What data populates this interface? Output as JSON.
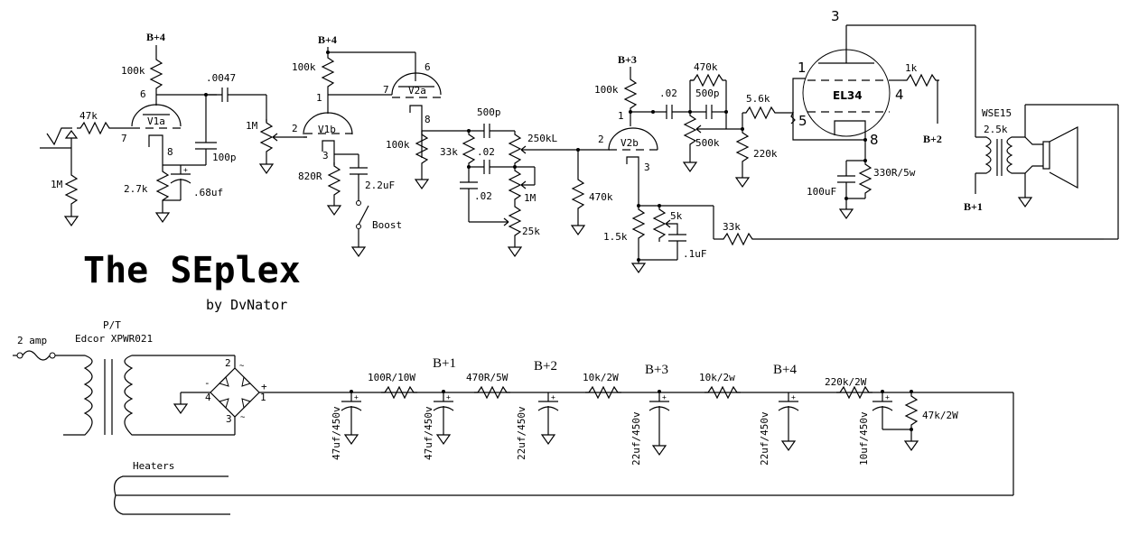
{
  "title": {
    "main": "The SEplex",
    "byline": "by DvNator"
  },
  "colors": {
    "ink": "#000000",
    "background": "#ffffff"
  },
  "stage1": {
    "rail": "B+4",
    "plate_resistor": "100k",
    "grid_stopper": "47k",
    "grid_leak": "1M",
    "tube": "V1a",
    "pin_plate": "6",
    "pin_grid": "7",
    "pin_cathode": "8",
    "coupling_cap": ".0047",
    "bright_cap": "100p",
    "cathode_resistor": "2.7k",
    "cathode_cap": ".68uf",
    "volume_pot": "1M"
  },
  "stage2": {
    "rail": "B+4",
    "plate_resistor": "100k",
    "tube": "V1b",
    "pin_plate": "1",
    "pin_grid": "2",
    "pin_cathode": "3",
    "cathode_resistor": "820R",
    "boost_cap": "2.2uF",
    "boost_switch": "Boost"
  },
  "cathode_follower": {
    "tube": "V2a",
    "pin_plate": "6",
    "pin_grid": "7",
    "pin_cathode": "8",
    "cathode_resistor": "100k"
  },
  "tone_stack": {
    "treble_cap": "500p",
    "slope_resistor": "33k",
    "mid_cap_top": ".02",
    "bass_cap": ".02",
    "treble_pot": "250kL",
    "bass_pot": "1M",
    "mid_pot": "25k",
    "grid_resistor": "470k"
  },
  "stage3": {
    "rail": "B+3",
    "plate_resistor": "100k",
    "tube": "V2b",
    "pin_plate": "1",
    "pin_grid": "2",
    "pin_cathode": "3",
    "coupling_cap": ".02",
    "cathode_resistor": "1.5k",
    "presence_pot": "5k",
    "presence_cap": ".1uF",
    "feedback_resistor": "33k",
    "master_pot": "500k",
    "bright_resistor": "470k",
    "bright_cap": "500p"
  },
  "power_stage": {
    "grid_stopper": "5.6k",
    "grid_resistor": "220k",
    "tube": "EL34",
    "pin_1": "1",
    "pin_3": "3",
    "pin_4": "4",
    "pin_5": "5",
    "pin_8": "8",
    "screen_resistor": "1k",
    "screen_rail": "B+2",
    "cathode_resistor": "330R/5w",
    "cathode_cap": "100uF"
  },
  "output": {
    "transformer": "WSE15",
    "impedance": "2.5k",
    "rail": "B+1"
  },
  "power_supply": {
    "fuse": "2 amp",
    "pt_label": "P/T",
    "pt_model": "Edcor XPWR021",
    "heaters": "Heaters",
    "bridge_pins": [
      "2",
      "4",
      "1",
      "3"
    ],
    "bridge_marks": [
      "~",
      "-",
      "+",
      "~"
    ],
    "rails": [
      "B+1",
      "B+2",
      "B+3",
      "B+4"
    ],
    "series_resistors": [
      "100R/10W",
      "470R/5W",
      "10k/2W",
      "10k/2w",
      "220k/2W"
    ],
    "filter_caps": [
      "47uf/450v",
      "47uf/450v",
      "22uf/450v",
      "22uf/450v",
      "22uf/450v",
      "10uf/450v"
    ],
    "bleeder": "47k/2W",
    "cap_polarity": "+"
  }
}
